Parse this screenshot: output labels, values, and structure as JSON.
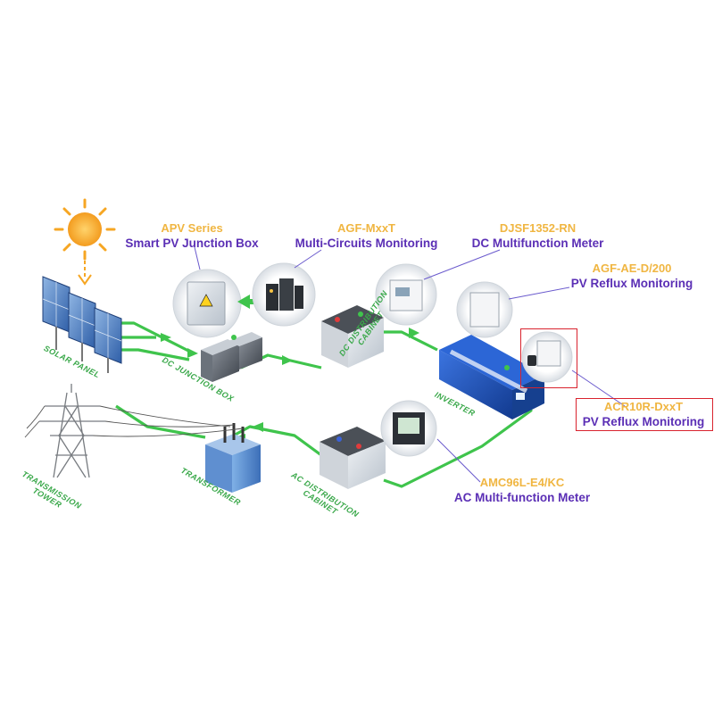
{
  "products": [
    {
      "model": "APV Series",
      "description": "Smart PV Junction Box"
    },
    {
      "model": "AGF-MxxT",
      "description": "Multi-Circuits Monitoring"
    },
    {
      "model": "DJSF1352-RN",
      "description": "DC Multifunction Meter"
    },
    {
      "model": "AGF-AE-D/200",
      "description": "PV Reflux Monitoring"
    },
    {
      "model": "ACR10R-DxxT",
      "description": "PV Reflux Monitoring"
    },
    {
      "model": "AMC96L-E4/KC",
      "description": "AC Multi-function Meter"
    }
  ],
  "stages": {
    "solar_panel": "SOLAR  PANEL",
    "dc_junction_box": "DC JUNCTION BOX",
    "dc_distribution_cabinet": [
      "DC  DISTRIBUTION",
      "CABINET"
    ],
    "inverter": "INVERTER",
    "ac_distribution_cabinet": [
      "AC  DISTRIBUTION",
      "CABINET"
    ],
    "transformer": "TRANSFORMER",
    "transmission_tower": [
      "TRANSMISSION",
      "TOWER"
    ]
  },
  "colors": {
    "flow_line": "#3fc44c",
    "model_text": "#f0b642",
    "description_text": "#5b2fb5",
    "stage_text": "#3aa84a",
    "highlight_border": "#d9232e",
    "connector_line": "#6a5acd",
    "sun": "#f6a623",
    "inverter_body": "#1f4fb8"
  }
}
